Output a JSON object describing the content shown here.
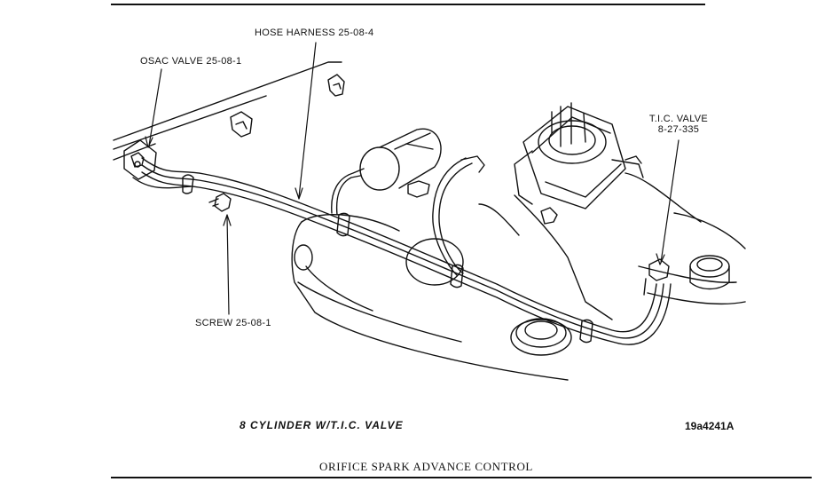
{
  "labels": {
    "hose_harness": "HOSE HARNESS 25-08-4",
    "osac_valve": "OSAC VALVE 25-08-1",
    "tic_valve_line1": "T.I.C. VALVE",
    "tic_valve_line2": "8-27-335",
    "screw": "SCREW 25-08-1"
  },
  "caption": {
    "main": "8 CYLINDER W/T.I.C. VALVE",
    "figure_number": "19a4241",
    "figure_suffix": "A"
  },
  "title": "ORIFICE SPARK ADVANCE CONTROL"
}
